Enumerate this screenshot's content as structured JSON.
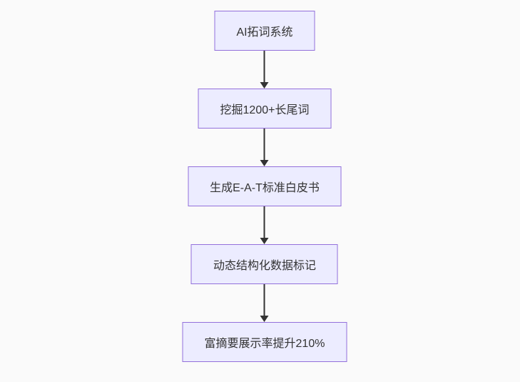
{
  "colors": {
    "canvas-bg": "#fafafa",
    "node-fill": "#ececff",
    "node-border": "#9370db",
    "node-text": "#333333",
    "edge-color": "#333333"
  },
  "flowchart": {
    "type": "flowchart",
    "direction": "top-down",
    "nodes": [
      {
        "label": "AI拓词系统"
      },
      {
        "label": "挖掘1200+长尾词"
      },
      {
        "label": "生成E-A-T标准白皮书"
      },
      {
        "label": "动态结构化数据标记"
      },
      {
        "label": "富摘要展示率提升210%"
      }
    ],
    "edges": [
      {
        "from": 0,
        "to": 1
      },
      {
        "from": 1,
        "to": 2
      },
      {
        "from": 2,
        "to": 3
      },
      {
        "from": 3,
        "to": 4
      }
    ]
  }
}
